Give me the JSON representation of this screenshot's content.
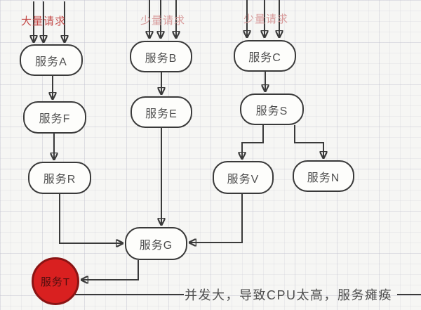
{
  "labels": {
    "heavy": {
      "text": "大量请求",
      "color": "#c44a48"
    },
    "light_b": {
      "text": "少量请求",
      "color": "#d89b9b"
    },
    "light_c": {
      "text": "少量请求",
      "color": "#d89b9b"
    }
  },
  "nodes": {
    "a": {
      "label": "服务A"
    },
    "b": {
      "label": "服务B"
    },
    "c": {
      "label": "服务C"
    },
    "f": {
      "label": "服务F"
    },
    "e": {
      "label": "服务E"
    },
    "s": {
      "label": "服务S"
    },
    "r": {
      "label": "服务R"
    },
    "v": {
      "label": "服务V"
    },
    "n": {
      "label": "服务N"
    },
    "g": {
      "label": "服务G"
    },
    "t": {
      "label": "服务T"
    }
  },
  "edges": [
    {
      "from": "服务A",
      "to": "服务F"
    },
    {
      "from": "服务F",
      "to": "服务R"
    },
    {
      "from": "服务R",
      "to": "服务G"
    },
    {
      "from": "服务B",
      "to": "服务E"
    },
    {
      "from": "服务E",
      "to": "服务G"
    },
    {
      "from": "服务C",
      "to": "服务S"
    },
    {
      "from": "服务S",
      "to": "服务V"
    },
    {
      "from": "服务S",
      "to": "服务N"
    },
    {
      "from": "服务V",
      "to": "服务G"
    },
    {
      "from": "服务G",
      "to": "服务T"
    }
  ],
  "annotation": {
    "text": "并发大，导致CPU太高，服务瘫痪"
  },
  "colors": {
    "edge": "#3a3a3a",
    "node_border": "#3a3a3a",
    "node_fill": "#fdfdfb",
    "node_text": "#4f4f4f",
    "failure_fill": "#d92020",
    "failure_border": "#8a1414",
    "failure_text": "#4d0e0e",
    "background": "#f6f6f4"
  }
}
